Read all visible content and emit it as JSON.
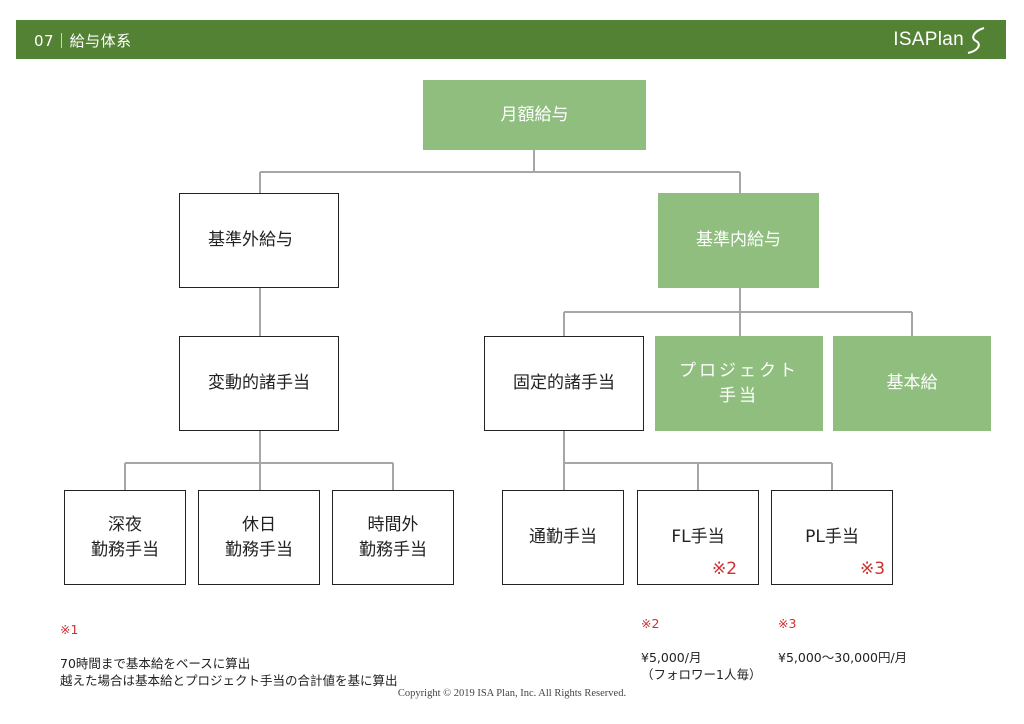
{
  "header": {
    "title": "07｜給与体系",
    "logo_text": "ISAPlan"
  },
  "nodes": {
    "monthly": "月額給与",
    "non_standard": "基準外給与",
    "standard": "基準内給与",
    "variable": "変動的諸手当",
    "fixed": "固定的諸手当",
    "project": "プロジェクト\n手当",
    "base": "基本給",
    "night": "深夜\n勤務手当",
    "holiday": "休日\n勤務手当",
    "overtime": "時間外\n勤務手当",
    "commute": "通勤手当",
    "fl": "FL手当",
    "pl": "PL手当"
  },
  "marks": {
    "fl": "※2",
    "pl": "※3"
  },
  "notes": {
    "n1_mark": "※1",
    "n1_text": "70時間まで基本給をベースに算出\n越えた場合は基本給とプロジェクト手当の合計値を基に算出",
    "n2_mark": "※2",
    "n2_text": "¥5,000/月\n（フォロワー1人毎）",
    "n3_mark": "※3",
    "n3_text": "¥5,000〜30,000円/月"
  },
  "footer": "Copyright © 2019 ISA Plan, Inc. All Rights Reserved.",
  "colors": {
    "header": "#548235",
    "node_fill": "#8fbe7f",
    "mark": "#d03030",
    "connector": "#a6a6a6"
  }
}
